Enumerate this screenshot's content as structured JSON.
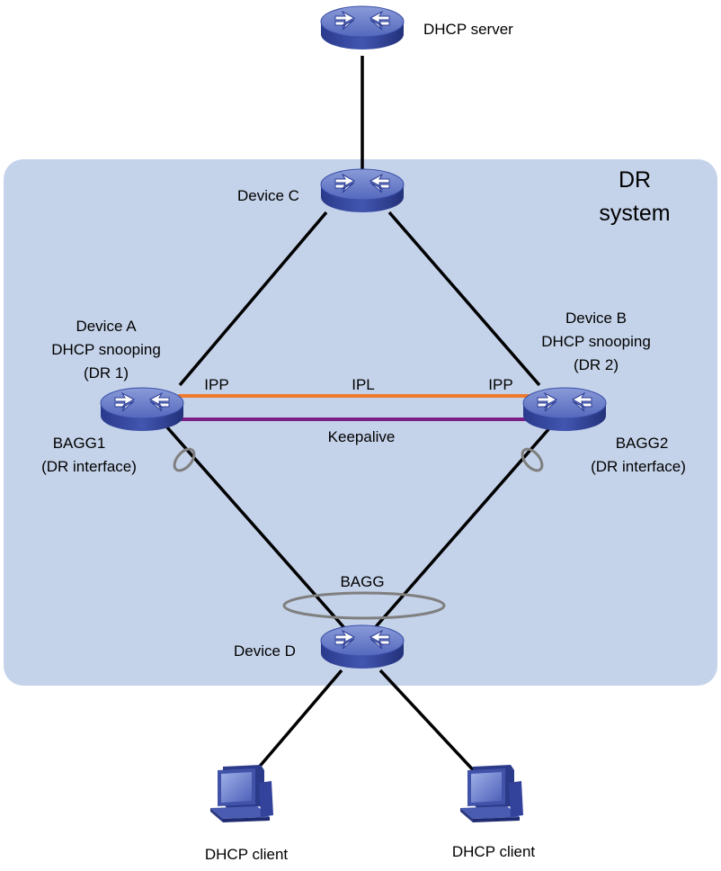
{
  "region": {
    "title_line1": "DR",
    "title_line2": "system",
    "fill": "#c5d3ea"
  },
  "colors": {
    "ipl": "#f07a2c",
    "keepalive": "#7a1f86",
    "link": "#000000",
    "agg_ring": "#7f7f7f",
    "device_blue": "#3a4fa8",
    "device_top": "#6d80c9"
  },
  "devices": {
    "server": {
      "label": "DHCP server",
      "icon": "router-icon"
    },
    "c": {
      "label": "Device C",
      "icon": "router-icon"
    },
    "a": {
      "line1": "Device A",
      "line2": "DHCP snooping",
      "line3": "(DR 1)",
      "icon": "router-icon"
    },
    "b": {
      "line1": "Device B",
      "line2": "DHCP snooping",
      "line3": "(DR 2)",
      "icon": "router-icon"
    },
    "d": {
      "label": "Device D",
      "icon": "router-icon"
    }
  },
  "links": {
    "ipl": "IPL",
    "ipp_left": "IPP",
    "ipp_right": "IPP",
    "keepalive": "Keepalive",
    "bagg": "BAGG",
    "bagg1_line1": "BAGG1",
    "bagg1_line2": "(DR interface)",
    "bagg2_line1": "BAGG2",
    "bagg2_line2": "(DR interface)"
  },
  "clients": [
    {
      "label": "DHCP client",
      "icon": "computer-icon"
    },
    {
      "label": "DHCP client",
      "icon": "computer-icon"
    }
  ]
}
